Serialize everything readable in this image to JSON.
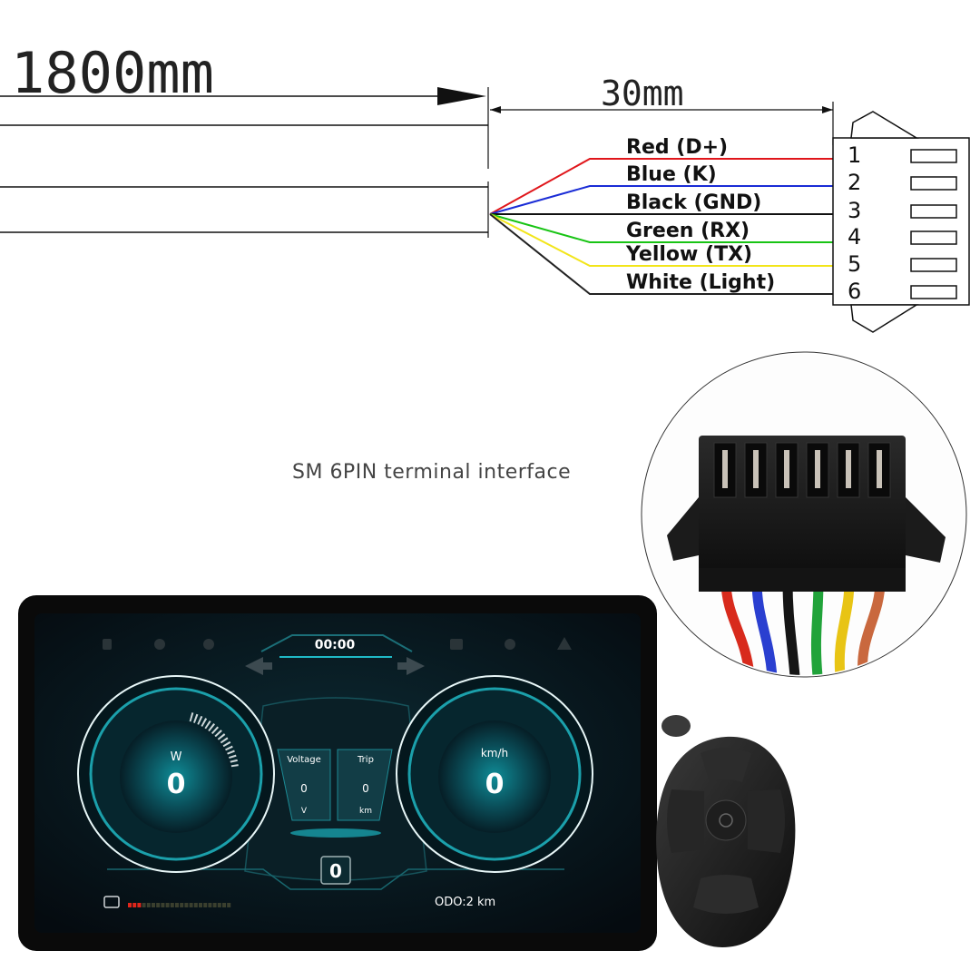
{
  "cable": {
    "length_label": "1800mm",
    "lead_length_label": "30mm"
  },
  "wires": [
    {
      "pin": "1",
      "label": "Red (D+)",
      "color": "#e0161b"
    },
    {
      "pin": "2",
      "label": "Blue (K)",
      "color": "#1a2cd6"
    },
    {
      "pin": "3",
      "label": "Black (GND)",
      "color": "#111111"
    },
    {
      "pin": "4",
      "label": "Green (RX)",
      "color": "#18c414"
    },
    {
      "pin": "5",
      "label": "Yellow (TX)",
      "color": "#f2e51a"
    },
    {
      "pin": "6",
      "label": "White (Light)",
      "color": "#222222"
    }
  ],
  "connector_photo": {
    "caption": "SM 6PIN terminal interface",
    "wire_colors": [
      "#d82a1c",
      "#2a3fd0",
      "#151515",
      "#21a33a",
      "#e8c414",
      "#c9683e"
    ]
  },
  "display": {
    "clock": "00:00",
    "power_unit": "W",
    "power_value": "0",
    "speed_unit": "km/h",
    "speed_value": "0",
    "voltage_label": "Voltage",
    "voltage_value": "0",
    "voltage_unit": "V",
    "trip_label": "Trip",
    "trip_value": "0",
    "trip_unit": "km",
    "gear_value": "0",
    "odo": "ODO:2 km"
  }
}
